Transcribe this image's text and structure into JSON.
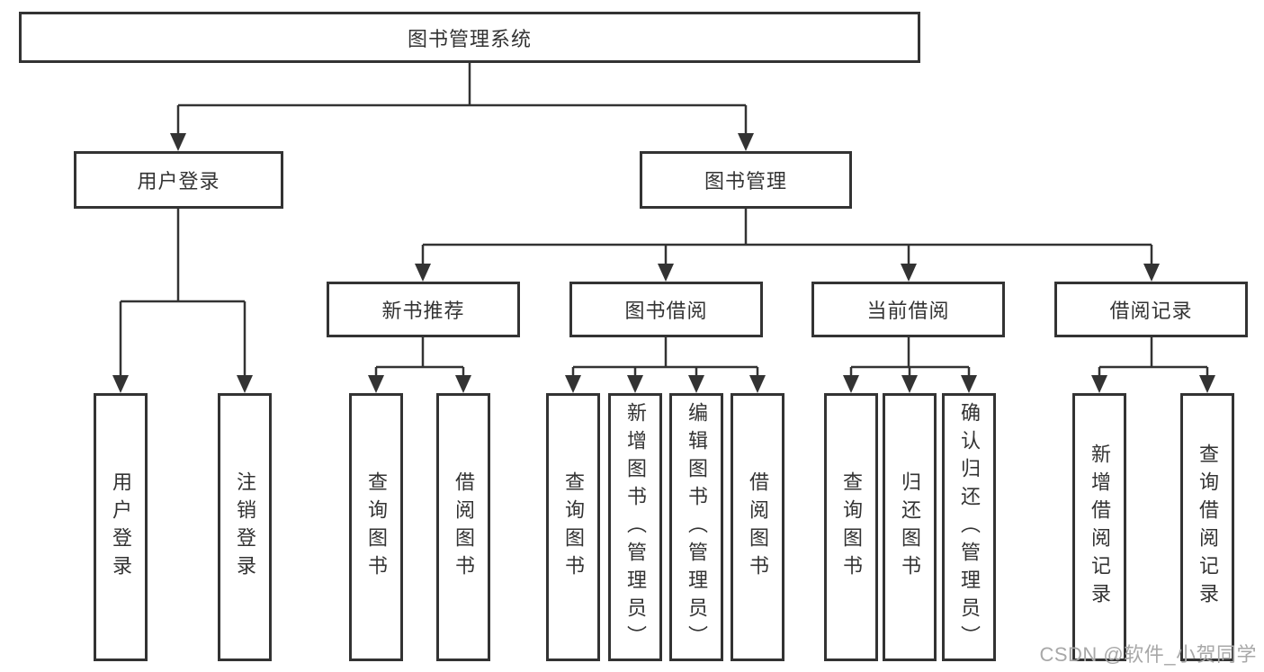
{
  "nodes": {
    "root": "图书管理系统",
    "user_login": "用户登录",
    "book_mgmt": "图书管理",
    "new_book_rec": "新书推荐",
    "book_borrow": "图书借阅",
    "current_borrow": "当前借阅",
    "borrow_record": "借阅记录",
    "ul_login": "用户登录",
    "ul_logout": "注销登录",
    "nb_query_book": "查询图书",
    "nb_borrow_book": "借阅图书",
    "bb_query_book": "查询图书",
    "bb_add_book": "新增图书（管理员）",
    "bb_edit_book": "编辑图书（管理员）",
    "bb_borrow_book": "借阅图书",
    "cb_query_book": "查询图书",
    "cb_return_book": "归还图书",
    "cb_confirm_return": "确认归还（管理员）",
    "br_add_record": "新增借阅记录",
    "br_query_record": "查询借阅记录"
  },
  "watermark": "CSDN @软件_小贺同学",
  "colors": {
    "line": "#333333",
    "text": "#333333",
    "box_background": "#ffffff",
    "watermark": "#a8a8a8"
  }
}
